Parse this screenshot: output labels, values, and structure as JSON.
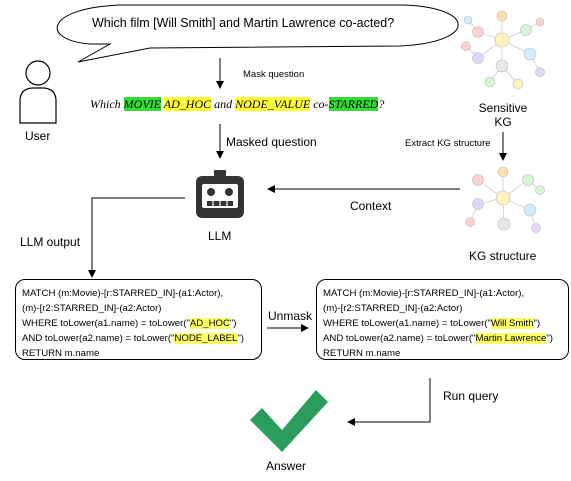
{
  "question": "Which film [Will Smith] and Martin Lawrence co-acted?",
  "user_label": "User",
  "mask_question_label": "Mask question",
  "masked_sentence": {
    "w1": "Which ",
    "movie": "MOVIE",
    "adhoc": "AD_HOC",
    "and": " and ",
    "nodevalue": "NODE_VALUE",
    "co": " co-",
    "starred": "STARRED",
    "q": "?"
  },
  "sensitive_kg_label_1": "Sensitive",
  "sensitive_kg_label_2": "KG",
  "extract_label": "Extract KG structure",
  "masked_question_label": "Masked question",
  "context_label": "Context",
  "llm_label": "LLM",
  "llm_output_label": "LLM output",
  "kg_structure_label": "KG structure",
  "unmask_label": "Unmask",
  "run_query_label": "Run query",
  "answer_label": "Answer",
  "query_masked": {
    "l1": "MATCH (m:Movie)-[r:STARRED_IN]-(a1:Actor),",
    "l2": "(m)-[r2:STARRED_IN]-(a2:Actor)",
    "l3a": "WHERE toLower(a1.name) = toLower(\"",
    "l3v": "AD_HOC",
    "l3b": "\")",
    "l4a": "AND toLower(a2.name) = toLower(\"",
    "l4v": "NODE_LABEL",
    "l4b": "\")",
    "l5": "RETURN m.name"
  },
  "query_unmasked": {
    "l1": "MATCH (m:Movie)-[r:STARRED_IN]-(a1:Actor),",
    "l2": "(m)-[r2:STARRED_IN]-(a2:Actor)",
    "l3a": "WHERE toLower(a1.name) = toLower(\"",
    "l3v": "Will Smith",
    "l3b": "\")",
    "l4a": "AND toLower(a2.name) = toLower(\"",
    "l4v": "Martin Lawrence",
    "l4b": "\")",
    "l5": "RETURN m.name"
  },
  "colors": {
    "highlight_green": "#33dd33",
    "highlight_yellow": "#ffff33",
    "check_green": "#2a9d5c",
    "robot_dark": "#333333"
  }
}
